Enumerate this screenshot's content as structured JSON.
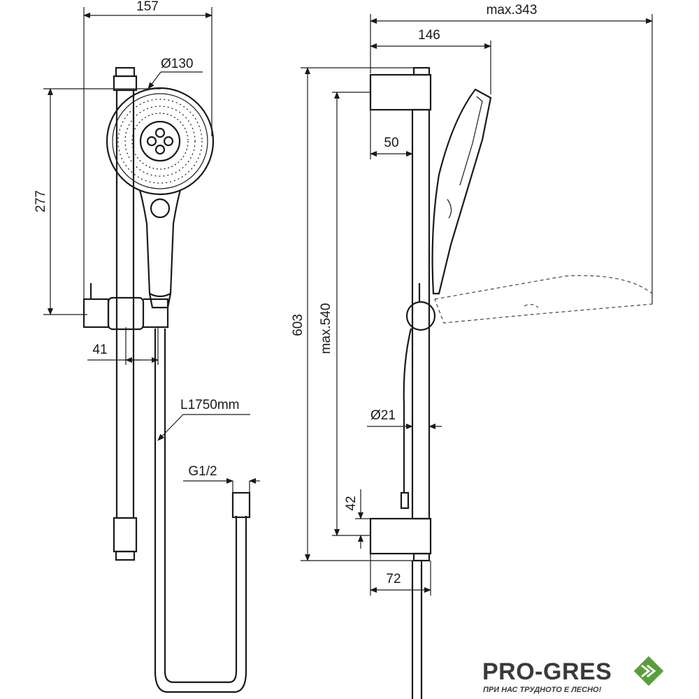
{
  "dimensions": {
    "width_157": "157",
    "max_343": "max.343",
    "d130": "Ø130",
    "d146": "146",
    "d277": "277",
    "d50": "50",
    "d603": "603",
    "max_540": "max.540",
    "d41": "41",
    "hose_length": "L1750mm",
    "d21": "Ø21",
    "thread": "G1/2",
    "d42": "42",
    "d72": "72"
  },
  "logo": {
    "name": "PRO-GRES",
    "tagline": "ПРИ НАС ТРУДНОТО Е ЛЕСНО!",
    "color": "#5a9e3a"
  }
}
